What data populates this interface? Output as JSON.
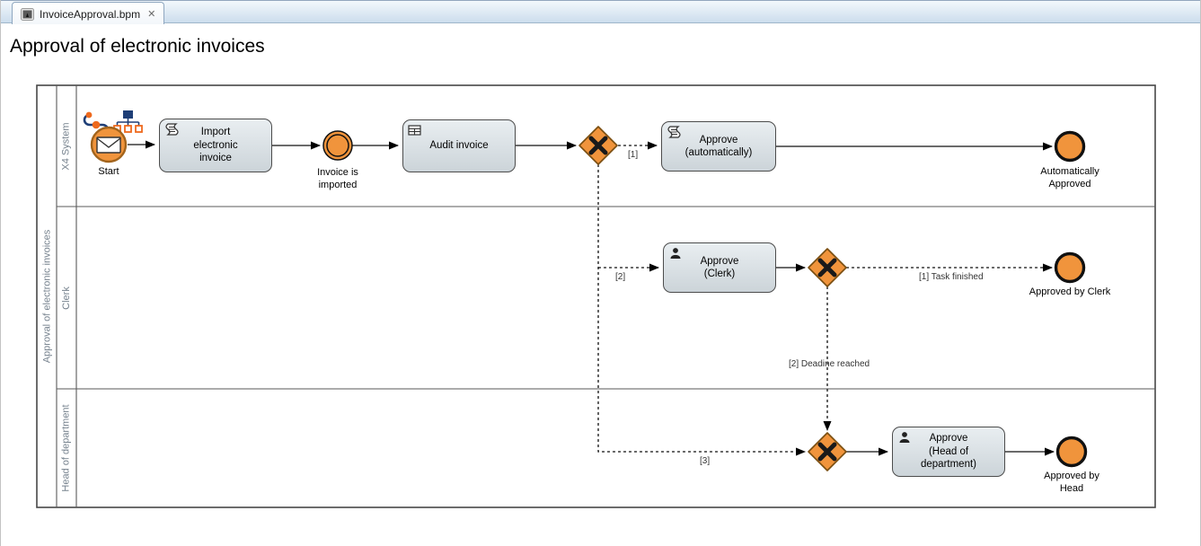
{
  "tab": {
    "title": "InvoiceApproval.bpm",
    "close_glyph": "✕"
  },
  "title": "Approval of electronic invoices",
  "pool": {
    "label": "Approval of electronic invoices",
    "lanes": [
      {
        "label": "X4 System"
      },
      {
        "label": "Clerk"
      },
      {
        "label": "Head of department"
      }
    ]
  },
  "nodes": {
    "start_label": "Start",
    "task_import": "Import\nelectronic\ninvoice",
    "event_imported": "Invoice is\nimported",
    "task_audit": "Audit invoice",
    "task_approve_auto": "Approve\n(automatically)",
    "end_auto": "Automatically\nApproved",
    "task_approve_clerk": "Approve\n(Clerk)",
    "end_clerk": "Approved by Clerk",
    "task_approve_head": "Approve\n(Head of\ndepartment)",
    "end_head": "Approved by\nHead"
  },
  "flows": {
    "cond1": "[1]",
    "cond2": "[2]",
    "cond3": "[3]",
    "task_finished": "[1] Task finished",
    "deadline_reached": "[2] Deadine reached"
  },
  "colors": {
    "event_fill": "#F0943C",
    "gateway_border": "#7a4e10",
    "task_border": "#4c4c4c",
    "lane_text": "#76828e",
    "accent_blue": "#1f3f77",
    "accent_orange": "#ee6a1e"
  }
}
